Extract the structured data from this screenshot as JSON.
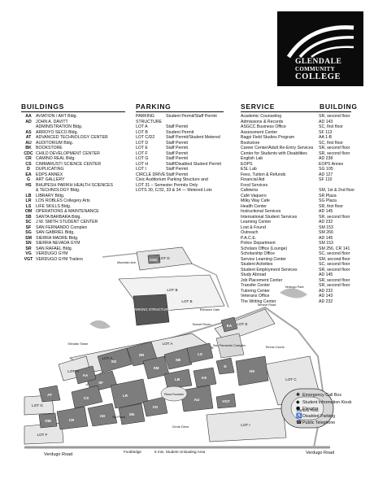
{
  "logo": {
    "line1": "GLENDALE",
    "line2": "COMMUNITY",
    "line3": "COLLEGE"
  },
  "buildings": {
    "heading": "BUILDINGS",
    "items": [
      {
        "code": "AA",
        "name": "AVIATION / ART Bldg."
      },
      {
        "code": "AD",
        "name": "JOHN A. DAVITT"
      },
      {
        "code": "",
        "name": "ADMINISTRATION Bldg."
      },
      {
        "code": "AS",
        "name": "ARROYO SECO Bldg."
      },
      {
        "code": "AT",
        "name": "ADVANCED TECHNOLOGY CENTER"
      },
      {
        "code": "AU",
        "name": "AUDITORIUM Bldg."
      },
      {
        "code": "BK",
        "name": "BOOKSTORE"
      },
      {
        "code": "CDC",
        "name": "CHILD DEVELOPMENT CENTER"
      },
      {
        "code": "CR",
        "name": "CAMINO REAL Bldg."
      },
      {
        "code": "CS",
        "name": "CIMMARUSTI SCIENCE CENTER"
      },
      {
        "code": "D",
        "name": "DUPLICATING"
      },
      {
        "code": "EA",
        "name": "EDPS ANNEX"
      },
      {
        "code": "G",
        "name": "ART GALLERY"
      },
      {
        "code": "HS",
        "name": "BHUPESH PARIKH HEALTH SCIENCES"
      },
      {
        "code": "",
        "name": "& TECHNOLOGY Bldg."
      },
      {
        "code": "LB",
        "name": "LIBRARY Bldg."
      },
      {
        "code": "LR",
        "name": "LOS ROBLES Collegery Arts"
      },
      {
        "code": "LS",
        "name": "LIFE SKILLS Bldg."
      },
      {
        "code": "OM",
        "name": "OPERATIONS & MAINTENANCE"
      },
      {
        "code": "SB",
        "name": "SANTA BARBARA Bldg."
      },
      {
        "code": "SC",
        "name": "J.W. SMITH STUDENT CENTER"
      },
      {
        "code": "SF",
        "name": "SAN FERNANDO Complex"
      },
      {
        "code": "SG",
        "name": "SAN GABRIEL Bldg."
      },
      {
        "code": "SM",
        "name": "SIERRA MADRE Bldg."
      },
      {
        "code": "SN",
        "name": "SIERRA NEVADA GYM"
      },
      {
        "code": "SR",
        "name": "SAN RAFAEL Bldg."
      },
      {
        "code": "VG",
        "name": "VERDUGO GYM"
      },
      {
        "code": "VGT",
        "name": "VERDUGO GYM Trailers"
      }
    ]
  },
  "parking": {
    "heading": "PARKING",
    "items": [
      {
        "lot": "PARKING",
        "desc": "Student Permit/Staff Permit"
      },
      {
        "lot": "STRUCTURE",
        "desc": ""
      },
      {
        "lot": "LOT A",
        "desc": "Staff Permit"
      },
      {
        "lot": "LOT B",
        "desc": "Student Permit"
      },
      {
        "lot": "LOT C/D2",
        "desc": "Staff Permit/Student Metered"
      },
      {
        "lot": "LOT D",
        "desc": "Staff Permit"
      },
      {
        "lot": "LOT E",
        "desc": "Staff Permit"
      },
      {
        "lot": "LOT F",
        "desc": "Staff Permit"
      },
      {
        "lot": "LOT G",
        "desc": "Staff Permit"
      },
      {
        "lot": "LOT H",
        "desc": "Staff/Disabled Student Permit"
      },
      {
        "lot": "LOT I",
        "desc": "Staff Permit"
      },
      {
        "lot": "CIRCLE DRIVE",
        "desc": "Staff Permit"
      },
      {
        "lot": "Civic Auditorium Parking Structure and",
        "desc": ""
      },
      {
        "lot": "LOT 31 – Semester Permits Only",
        "desc": ""
      },
      {
        "lot": "LOTS 30, C/32, 33 & 34 — Metered Lots",
        "desc": ""
      }
    ]
  },
  "services": {
    "heading": "SERVICE",
    "loc_heading": "BUILDING",
    "items": [
      {
        "name": "Academic Counseling",
        "loc": "SR, second floor"
      },
      {
        "name": "Admissions & Records",
        "loc": "AD 143"
      },
      {
        "name": "ASGCC Business Office",
        "loc": "SC, first floor"
      },
      {
        "name": "Assessment Center",
        "loc": "SF 113"
      },
      {
        "name": "Bagpi Field Studies Program",
        "loc": "AA 1-B"
      },
      {
        "name": "Bookstore",
        "loc": "SC, first floor"
      },
      {
        "name": "Career Center/Adult Re-Entry Services",
        "loc": "SR, second floor"
      },
      {
        "name": "Center for Students with Disabilities",
        "loc": "SR, second floor"
      },
      {
        "name": "English Lab",
        "loc": "AD 238"
      },
      {
        "name": "EOPS",
        "loc": "EOPS Annex"
      },
      {
        "name": "ESL Lab",
        "loc": "SG 105"
      },
      {
        "name": "Fees, Tuition & Refunds",
        "loc": "AD 127"
      },
      {
        "name": "Financial Aid",
        "loc": "SF 110"
      },
      {
        "name": "Food Services",
        "loc": ""
      },
      {
        "name": "   Cafeteria",
        "loc": "SM, 1st & 2nd floor"
      },
      {
        "name": "   Café Vaquero",
        "loc": "SR Plaza"
      },
      {
        "name": "   Milky Way Cafe",
        "loc": "SG Plaza"
      },
      {
        "name": "Health Center",
        "loc": "SR, first floor"
      },
      {
        "name": "Instructional Services",
        "loc": "AD 145"
      },
      {
        "name": "International Student Services",
        "loc": "SR, second floor"
      },
      {
        "name": "Learning Center",
        "loc": "AD 232"
      },
      {
        "name": "Lost & Found",
        "loc": "SM 153"
      },
      {
        "name": "Outreach",
        "loc": "SM 266"
      },
      {
        "name": "P.A.C.E.",
        "loc": "AD 145"
      },
      {
        "name": "Police Department",
        "loc": "SM 153"
      },
      {
        "name": "Scholars Office (Lounge)",
        "loc": "SM 256, CR 141"
      },
      {
        "name": "Scholarship Office",
        "loc": "SC, second floor"
      },
      {
        "name": "Service Learning Center",
        "loc": "SM, second floor"
      },
      {
        "name": "Student Activities",
        "loc": "SC, second floor"
      },
      {
        "name": "Student Employment Services",
        "loc": "SR, second floor"
      },
      {
        "name": "Study Abroad",
        "loc": "AD 145"
      },
      {
        "name": "Job Placement Center",
        "loc": "SR, second floor"
      },
      {
        "name": "Transfer Center",
        "loc": "SR, second floor"
      },
      {
        "name": "Tutoring Center",
        "loc": "AD 232"
      },
      {
        "name": "Veterans Office",
        "loc": "AD 143"
      },
      {
        "name": "The Writing Center",
        "loc": "AD 232"
      }
    ]
  },
  "map": {
    "lots": {
      "lot_b": "LOT B",
      "lot_b2": "LOT B",
      "lot_a": "LOT A",
      "lot_a2": "LOT A",
      "lot_c": "LOT C",
      "lot_d": "LOT D",
      "lot_e": "LOT E",
      "lot_f": "LOT F",
      "lot_g": "LOT G",
      "lot_h": "LOT H",
      "lot_i": "LOT I"
    },
    "structure": "PARKING STRUCTURE",
    "buildings": {
      "sf": "SF",
      "sg": "SG",
      "sr": "SR",
      "sm": "SM",
      "sb": "SB",
      "ls": "LS",
      "lb": "LB",
      "cs": "CS",
      "ad": "AD",
      "au": "AU",
      "as": "AS",
      "hs": "HS",
      "ea": "EA",
      "vg": "VG",
      "sn": "SN",
      "om": "OM",
      "cr": "CR",
      "at": "AT",
      "aa": "AA",
      "d": "D",
      "cdc": "CDC",
      "lr": "LR",
      "vgt": "VGT"
    },
    "places": {
      "plaza": "Plaza Fountain",
      "sci_plaza": "Sci Plaza",
      "complex": "San Fernando Complex",
      "field": "Sartoris Field",
      "tennis": "Tennis Courts",
      "circle": "Circle Drive",
      "elevator_tower": "Elevator Tower",
      "sunset": "Sunset Room",
      "park": "Verdugo Park",
      "campus_gate": "Entrance Gate",
      "services": "Service Road"
    },
    "roads": {
      "verdugo_left": "Verdugo Road",
      "verdugo_right": "Verdugo Road",
      "footbridge": "Footbridge",
      "unloading": "5 min. Student Unloading Area",
      "mountain": "Mountain Ave."
    }
  },
  "legend": {
    "items": [
      {
        "symbol": "✱",
        "label": "Emergency Call Box"
      },
      {
        "symbol": "◆",
        "label": "Student Information Kiosk"
      },
      {
        "symbol": "⬢",
        "label": "Elevator"
      },
      {
        "symbol": "♿",
        "label": "Disabled Parking"
      },
      {
        "symbol": "☎",
        "label": "Public Telephone"
      }
    ]
  },
  "colors": {
    "logo_bg": "#0b0b0b",
    "building": "#7d7d7d",
    "building_dark": "#565656",
    "lot": "#e6e6e6",
    "road": "#9a9a9a"
  }
}
